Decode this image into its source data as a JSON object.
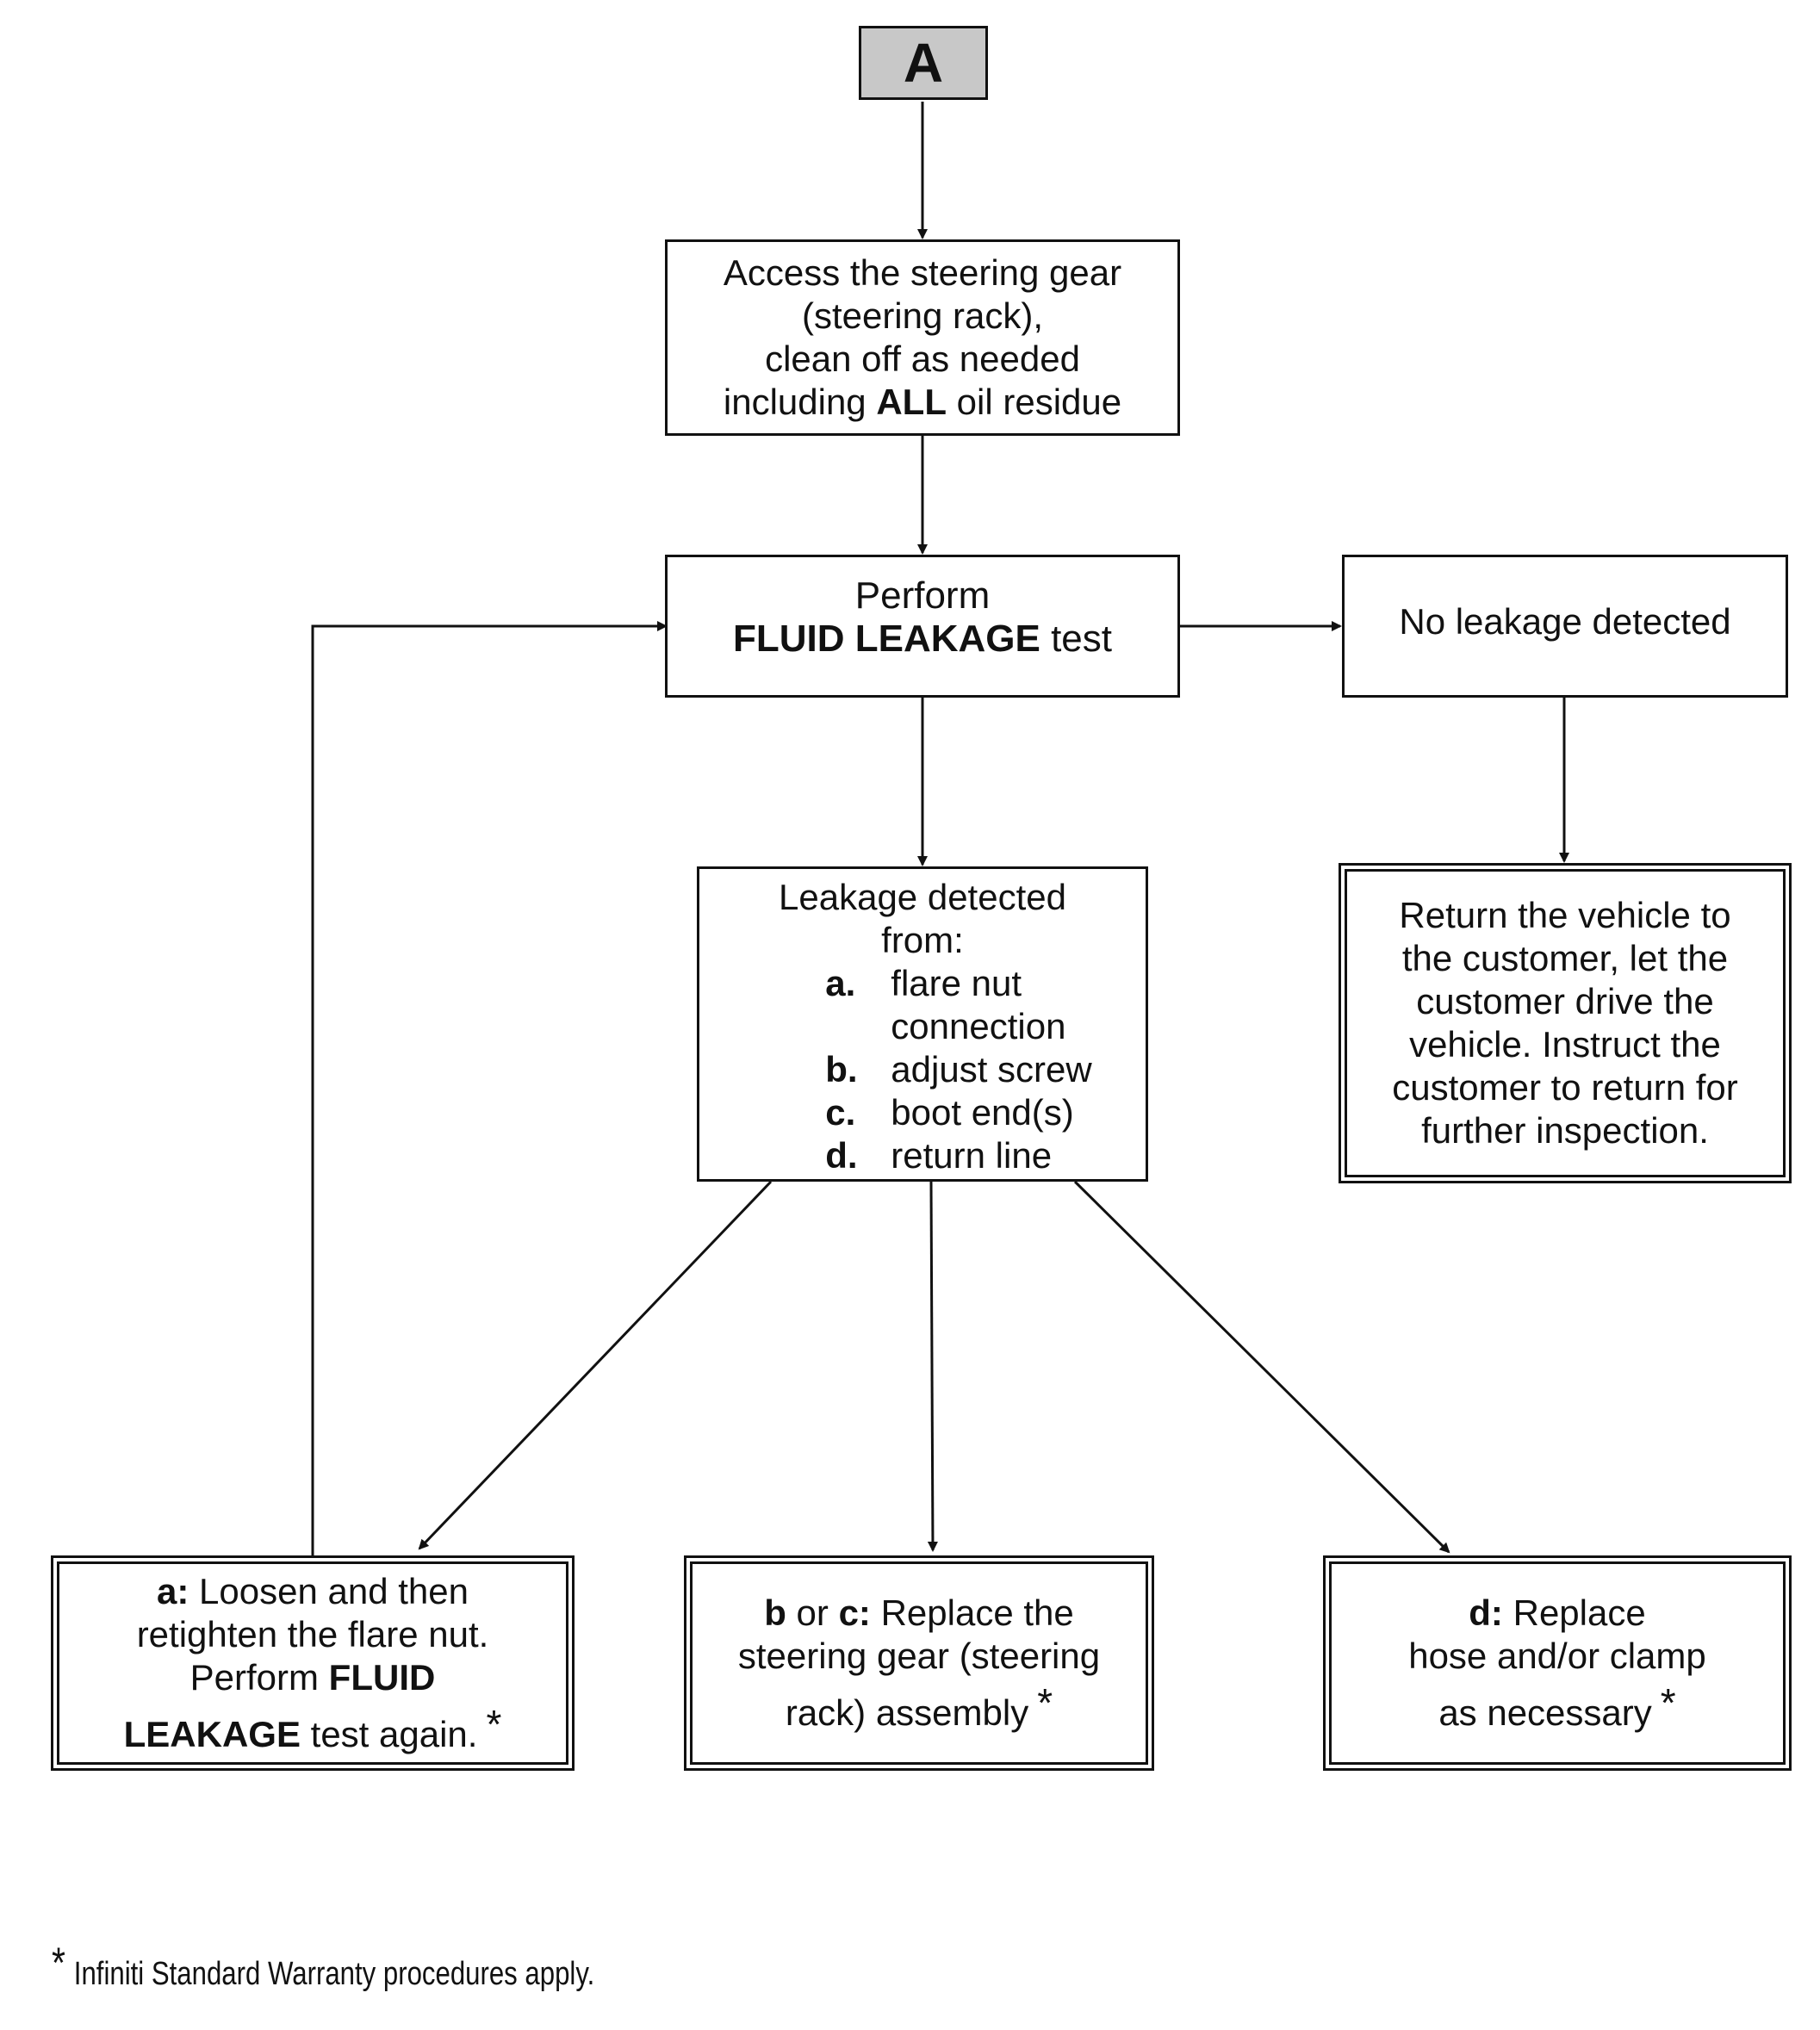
{
  "start": {
    "label": "A"
  },
  "access": {
    "line1": "Access the steering gear",
    "line2": "(steering rack),",
    "line3": "clean off as needed",
    "line4_pre": "including ",
    "line4_bold": "ALL",
    "line4_post": " oil residue"
  },
  "perform": {
    "line1": "Perform",
    "bold": "FLUID LEAKAGE",
    "post": " test"
  },
  "no_leak": {
    "label": "No leakage detected"
  },
  "return_vehicle": {
    "lines": [
      "Return the vehicle to",
      "the customer, let the",
      "customer drive the",
      "vehicle. Instruct the",
      "customer to return for",
      "further inspection."
    ]
  },
  "leak_detected": {
    "title1": "Leakage detected",
    "title2": "from:",
    "items": [
      {
        "key": "a.",
        "text": "flare nut"
      },
      {
        "key": "",
        "text": "connection"
      },
      {
        "key": "b.",
        "text": "adjust screw"
      },
      {
        "key": "c.",
        "text": "boot end(s)"
      },
      {
        "key": "d.",
        "text": "return line"
      }
    ]
  },
  "action_a": {
    "key": "a:",
    "line1": " Loosen and then",
    "line2": "retighten the flare nut.",
    "line3_pre": "Perform ",
    "line3_bold": "FLUID",
    "line4_bold": "LEAKAGE",
    "line4_post": " test again.",
    "star": "*"
  },
  "action_bc": {
    "key1": "b",
    "or": " or ",
    "key2": "c:",
    "line1_post": " Replace the",
    "line2": "steering gear (steering",
    "line3": "rack) assembly",
    "star": "*"
  },
  "action_d": {
    "key": "d:",
    "line1_post": " Replace",
    "line2": "hose and/or clamp",
    "line3": "as necessary",
    "star": "*"
  },
  "footnote": {
    "ast": "*",
    "text": "Infiniti Standard Warranty procedures apply."
  }
}
